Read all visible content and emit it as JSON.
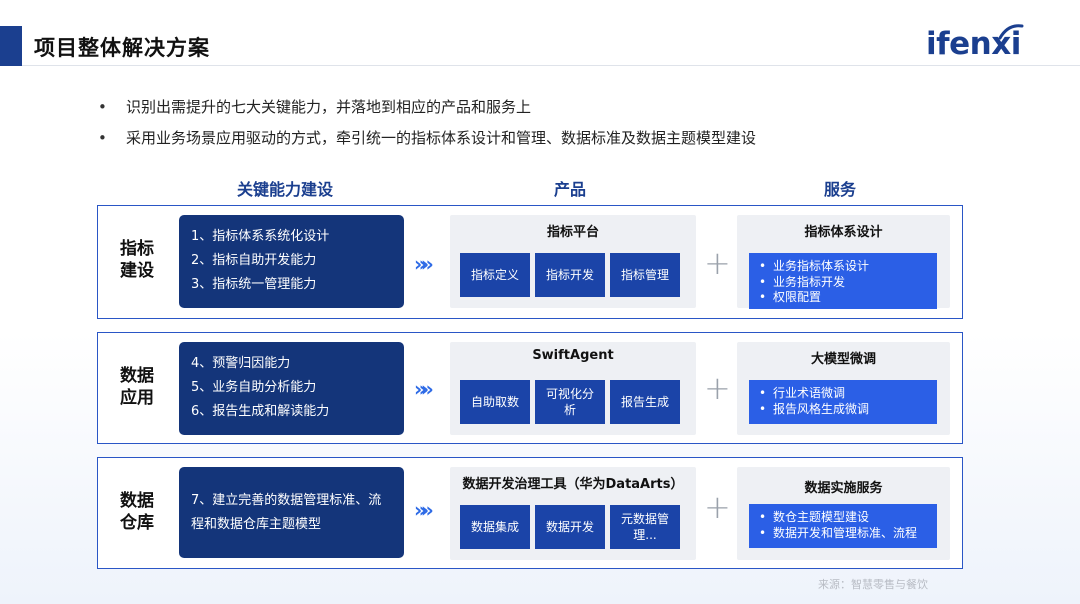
{
  "header": {
    "title": "项目整体解决方案",
    "logo_text": "ifenxi"
  },
  "bullets": [
    "识别出需提升的七大关键能力，并落地到相应的产品和服务上",
    "采用业务场景应用驱动的方式，牵引统一的指标体系设计和管理、数据标准及数据主题模型建设"
  ],
  "bullet_mark": "•",
  "columns": {
    "capabilities": "关键能力建设",
    "products": "产品",
    "services": "服务"
  },
  "rows": [
    {
      "label": [
        "指标",
        "建设"
      ],
      "capabilities": [
        "1、指标体系系统化设计",
        "2、指标自助开发能力",
        "3、指标统一管理能力"
      ],
      "product_title": "指标平台",
      "products": [
        "指标定义",
        "指标开发",
        "指标管理"
      ],
      "service_title": "指标体系设计",
      "services": [
        "业务指标体系设计",
        "业务指标开发",
        "权限配置"
      ]
    },
    {
      "label": [
        "数据",
        "应用"
      ],
      "capabilities": [
        "4、预警归因能力",
        "5、业务自助分析能力",
        "6、报告生成和解读能力"
      ],
      "product_title": "SwiftAgent",
      "products": [
        "自助取数",
        "可视化分析",
        "报告生成"
      ],
      "service_title": "大模型微调",
      "services": [
        "行业术语微调",
        "报告风格生成微调"
      ]
    },
    {
      "label": [
        "数据",
        "仓库"
      ],
      "capabilities": [
        "7、建立完善的数据管理标准、流",
        "程和数据仓库主题模型"
      ],
      "product_title": "数据开发治理工具（华为DataArts）",
      "products": [
        "数据集成",
        "数据开发",
        "元数据管理..."
      ],
      "service_title": "数据实施服务",
      "services": [
        "数仓主题模型建设",
        "数据开发和管理标准、流程"
      ]
    }
  ],
  "arrow_glyph": "»»",
  "plus_glyph": "+",
  "footer": {
    "source": "来源：智慧零售与餐饮"
  },
  "colors": {
    "brand": "#1b3f8f",
    "accent_blue": "#2b5fe6",
    "dark_box": "#14357a"
  }
}
